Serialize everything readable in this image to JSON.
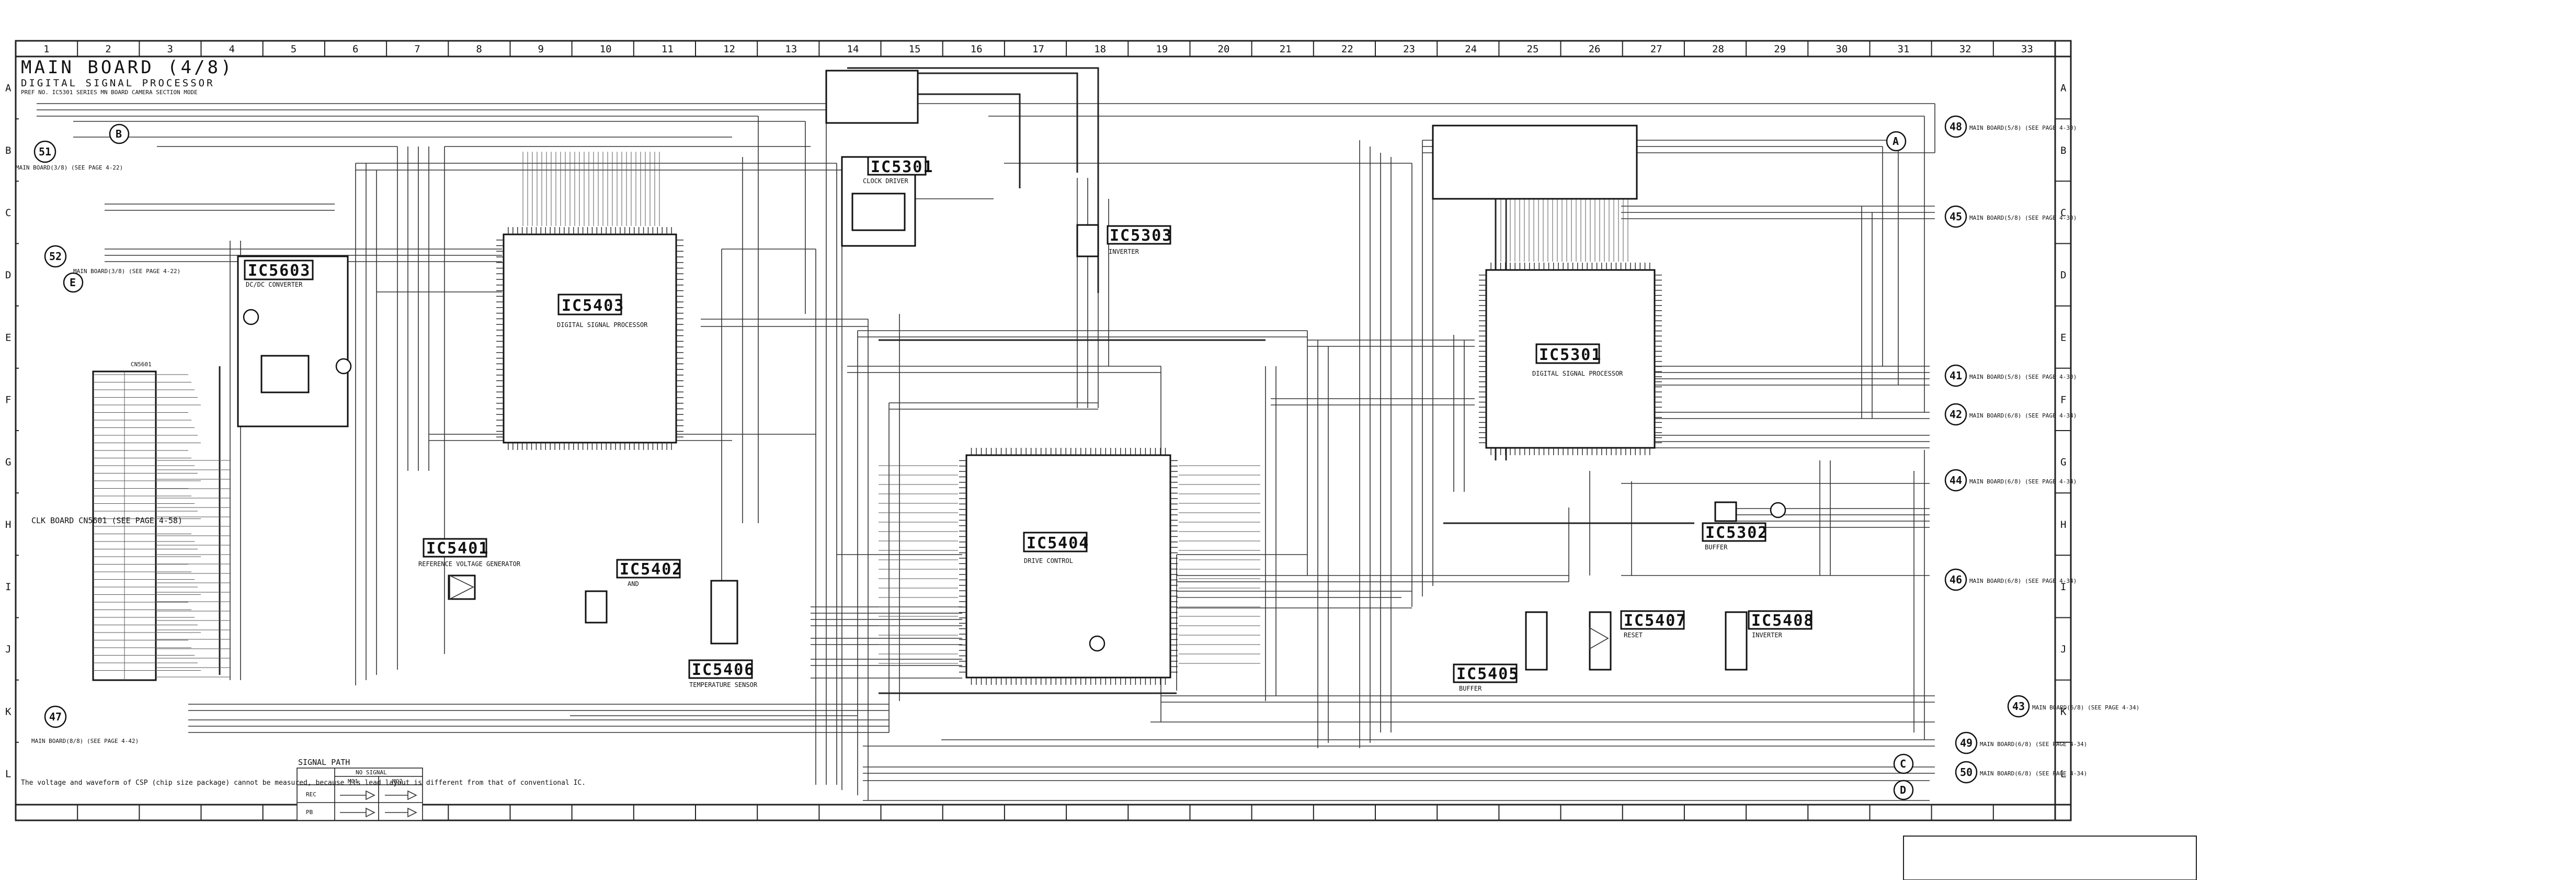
{
  "title": "MAIN BOARD (4/8)",
  "subtitle": "DIGITAL SIGNAL PROCESSOR",
  "header_note": "PREF NO. IC5301 SERIES  MN BOARD CAMERA SECTION MODE",
  "columns": [
    "1",
    "2",
    "3",
    "4",
    "5",
    "6",
    "7",
    "8",
    "9",
    "10",
    "11",
    "12",
    "13",
    "14",
    "15",
    "16",
    "17",
    "18",
    "19",
    "20",
    "21",
    "22",
    "23",
    "24",
    "25",
    "26",
    "27",
    "28",
    "29",
    "30",
    "31",
    "32",
    "33"
  ],
  "rows": [
    "A",
    "B",
    "C",
    "D",
    "E",
    "F",
    "G",
    "H",
    "I",
    "J",
    "K",
    "L"
  ],
  "ics": [
    {
      "id": "ic5603",
      "name": "IC5603",
      "desc": "DC/DC CONVERTER"
    },
    {
      "id": "ic5403",
      "name": "IC5403",
      "desc": "DIGITAL SIGNAL PROCESSOR"
    },
    {
      "id": "ic5301a",
      "name": "IC5301",
      "desc": "CLOCK DRIVER"
    },
    {
      "id": "ic5303",
      "name": "IC5303",
      "desc": "INVERTER"
    },
    {
      "id": "ic5301b",
      "name": "IC5301",
      "desc": "DIGITAL SIGNAL PROCESSOR"
    },
    {
      "id": "ic5401",
      "name": "IC5401",
      "desc": "REFERENCE VOLTAGE GENERATOR"
    },
    {
      "id": "ic5402",
      "name": "IC5402",
      "desc": "AND"
    },
    {
      "id": "ic5404",
      "name": "IC5404",
      "desc": "DRIVE CONTROL"
    },
    {
      "id": "ic5406",
      "name": "IC5406",
      "desc": "TEMPERATURE SENSOR"
    },
    {
      "id": "ic5302",
      "name": "IC5302",
      "desc": "BUFFER"
    },
    {
      "id": "ic5405",
      "name": "IC5405",
      "desc": "BUFFER"
    },
    {
      "id": "ic5407",
      "name": "IC5407",
      "desc": "RESET"
    },
    {
      "id": "ic5408",
      "name": "IC5408",
      "desc": "INVERTER"
    }
  ],
  "refs": [
    {
      "num": "51",
      "text": "MAIN BOARD(3/8) (SEE PAGE 4-22)"
    },
    {
      "num": "52",
      "text": "MAIN BOARD(3/8) (SEE PAGE 4-22)"
    },
    {
      "num": "47",
      "text": "MAIN BOARD(8/8) (SEE PAGE 4-42)"
    },
    {
      "num": "48",
      "text": "MAIN BOARD(5/8) (SEE PAGE 4-30)"
    },
    {
      "num": "45",
      "text": "MAIN BOARD(5/8) (SEE PAGE 4-30)"
    },
    {
      "num": "41",
      "text": "MAIN BOARD(5/8) (SEE PAGE 4-30)"
    },
    {
      "num": "42",
      "text": "MAIN BOARD(6/8) (SEE PAGE 4-34)"
    },
    {
      "num": "44",
      "text": "MAIN BOARD(6/8) (SEE PAGE 4-34)"
    },
    {
      "num": "46",
      "text": "MAIN BOARD(6/8) (SEE PAGE 4-34)"
    },
    {
      "num": "43",
      "text": "MAIN BOARD(6/8) (SEE PAGE 4-34)"
    },
    {
      "num": "49",
      "text": "MAIN BOARD(6/8) (SEE PAGE 4-34)"
    },
    {
      "num": "50",
      "text": "MAIN BOARD(6/8) (SEE PAGE 4-34)"
    }
  ],
  "connectors": [
    "A",
    "B",
    "C",
    "D",
    "E"
  ],
  "left_connector": {
    "name": "CN5601",
    "text": "CLK BOARD CN5601 (SEE PAGE 4-58)"
  },
  "legend": {
    "title": "SIGNAL PATH",
    "header": "NO SIGNAL",
    "cols": [
      "REC",
      "PB"
    ],
    "sub": [
      "MO1",
      "MO2"
    ]
  },
  "footnote": "The voltage and waveform of CSP (chip size package) cannot be measured, because its lead layout is different from that of conventional IC.",
  "colors": {
    "ink": "#111111",
    "paper": "#ffffff"
  }
}
